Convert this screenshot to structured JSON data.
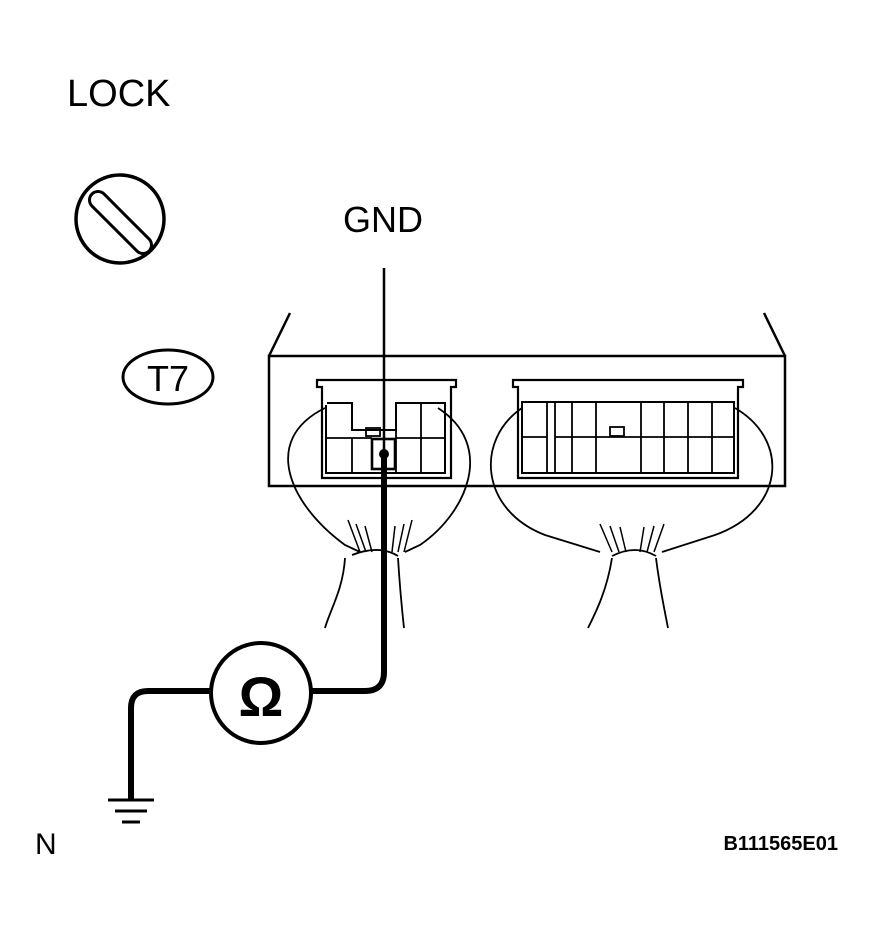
{
  "labels": {
    "switch_position": "LOCK",
    "terminal": "GND",
    "connector_id": "T7",
    "meter_symbol": "Ω",
    "corner_note": "N",
    "figure_id": "B111565E01"
  }
}
